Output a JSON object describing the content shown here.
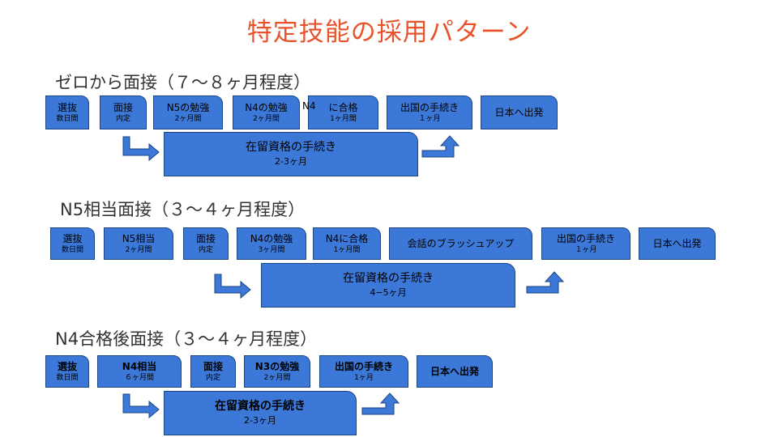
{
  "title": "特定技能の採用パターン",
  "overlay_text": "N4",
  "patterns": [
    {
      "heading": "ゼロから面接（７〜８ヶ月程度）",
      "steps": [
        {
          "l1": "選抜",
          "l2": "数日間"
        },
        {
          "l1": "面接",
          "l2": "内定"
        },
        {
          "l1": "N5の勉強",
          "l2": "2ヶ月間"
        },
        {
          "l1": "N4の勉強",
          "l2": "2ヶ月間"
        },
        {
          "l1": "に合格",
          "l2": "1ヶ月間"
        },
        {
          "l1": "出国の手続き",
          "l2": "１ヶ月"
        },
        {
          "l1": "日本へ出発",
          "l2": ""
        }
      ],
      "process": {
        "l1": "在留資格の手続き",
        "l2": "2-3ヶ月"
      }
    },
    {
      "heading": "N5相当面接（３〜４ヶ月程度）",
      "steps": [
        {
          "l1": "選抜",
          "l2": "数日間"
        },
        {
          "l1": "N5相当",
          "l2": "2ヶ月間"
        },
        {
          "l1": "面接",
          "l2": "内定"
        },
        {
          "l1": "N4の勉強",
          "l2": "3ヶ月間"
        },
        {
          "l1": "N4に合格",
          "l2": "1ヶ月間"
        },
        {
          "l1": "会話のブラッシュアップ",
          "l2": ""
        },
        {
          "l1": "出国の手続き",
          "l2": "１ヶ月"
        },
        {
          "l1": "日本へ出発",
          "l2": ""
        }
      ],
      "process": {
        "l1": "在留資格の手続き",
        "l2": "4−5ヶ月"
      }
    },
    {
      "heading": "N4合格後面接（３〜４ヶ月程度）",
      "steps": [
        {
          "l1": "選抜",
          "l2": "数日間"
        },
        {
          "l1": "N4相当",
          "l2": "６ヶ月間"
        },
        {
          "l1": "面接",
          "l2": "内定"
        },
        {
          "l1": "N3の勉強",
          "l2": "2ヶ月間"
        },
        {
          "l1": "出国の手続き",
          "l2": "1ヶ月"
        },
        {
          "l1": "日本へ出発",
          "l2": ""
        }
      ],
      "process": {
        "l1": "在留資格の手続き",
        "l2": "2-3ヶ月"
      }
    }
  ]
}
